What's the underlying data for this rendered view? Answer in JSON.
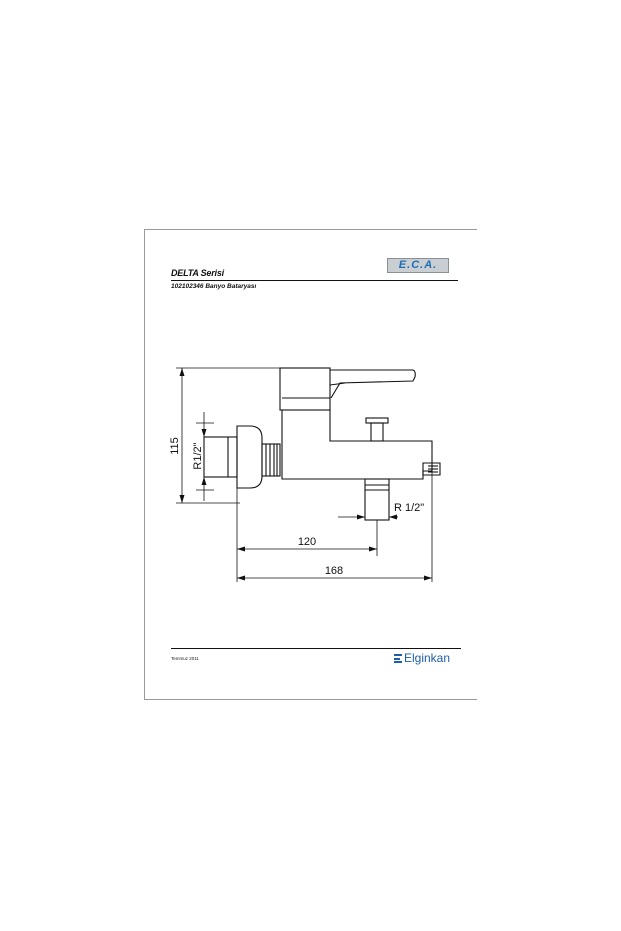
{
  "header": {
    "series": "DELTA Serisi",
    "product": "102102346 Banyo Bataryası",
    "logo_text": "E.C.A."
  },
  "drawing": {
    "dim_height": "115",
    "dim_inlet": "R1/2\"",
    "dim_outlet": "R 1/2\"",
    "dim_width_inner": "120",
    "dim_width_outer": "168"
  },
  "footer": {
    "date": "Temmuz 2011",
    "brand": "Elginkan"
  }
}
